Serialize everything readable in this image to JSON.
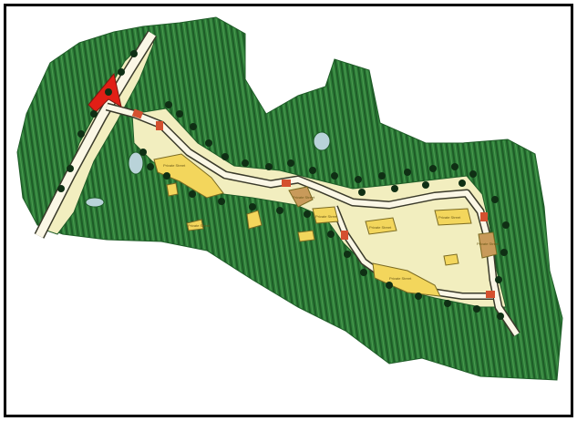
{
  "map": {
    "colors": {
      "forest": "#2f7f3a",
      "forest_dark": "#1e5c27",
      "forest_light": "#4a9b4f",
      "meadow": "#f2eebf",
      "road_fill": "#fbf7e6",
      "road_edge": "#3a3a2a",
      "building": "#f3d65c",
      "building_edge": "#7a6a22",
      "pond": "#b9d3d9",
      "marker": "#d4502f",
      "arrow": "#e11f16",
      "border": "#000000"
    },
    "icons": {
      "entry_arrow": "arrow-icon",
      "road_marker": "square-marker-icon",
      "tree": "tree-icon"
    },
    "building_labels": [
      "Private Street",
      "Private Street",
      "Private Street",
      "Private Street",
      "Private Street",
      "Private Street",
      "Private Street",
      "Private Street"
    ]
  }
}
